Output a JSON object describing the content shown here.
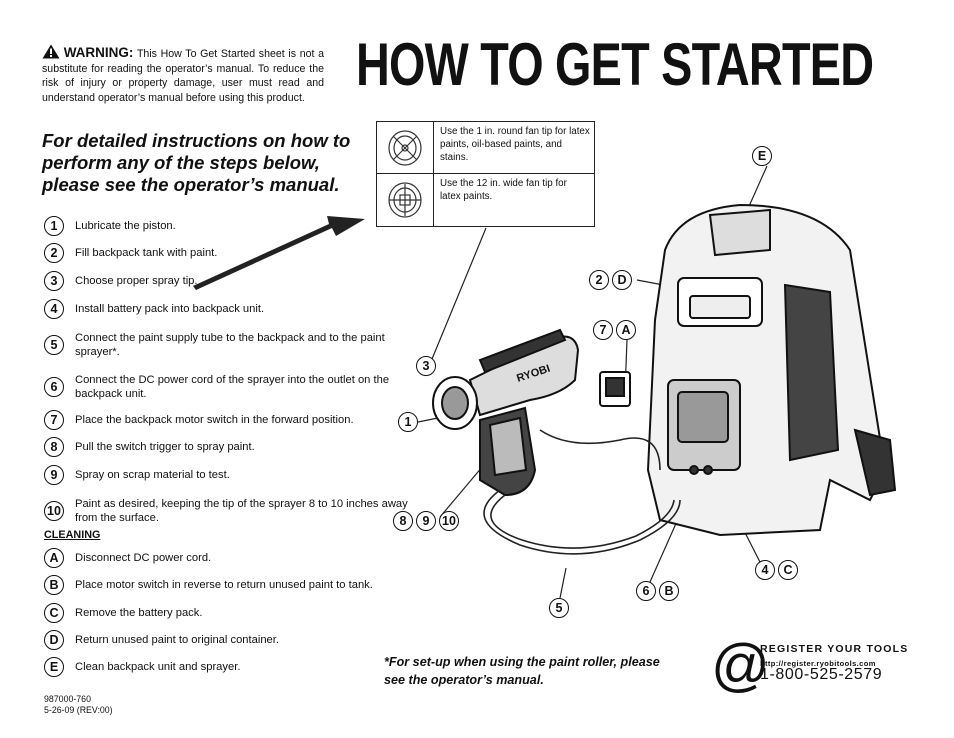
{
  "warning": {
    "label": "WARNING:",
    "text": "This How To Get Started sheet is not a substitute for reading the operator’s manual. To reduce the risk of injury or property damage, user must read and understand operator’s manual before using this product."
  },
  "title": "HOW TO GET STARTED",
  "subhead": "For detailed instructions on how to perform any of the steps below, please see the operator’s manual.",
  "steps": [
    {
      "num": "1",
      "text": "Lubricate the piston."
    },
    {
      "num": "2",
      "text": "Fill backpack tank with paint."
    },
    {
      "num": "3",
      "text": "Choose proper spray tip."
    },
    {
      "num": "4",
      "text": "Install battery pack into backpack unit."
    },
    {
      "num": "5",
      "text": "Connect the paint supply tube to the backpack and to the paint sprayer*."
    },
    {
      "num": "6",
      "text": "Connect the DC power cord of the sprayer into the outlet on the backpack unit."
    },
    {
      "num": "7",
      "text": "Place the backpack motor switch in the forward position."
    },
    {
      "num": "8",
      "text": "Pull the switch trigger to spray paint."
    },
    {
      "num": "9",
      "text": "Spray on scrap material to test."
    },
    {
      "num": "10",
      "text": "Paint as desired, keeping the tip of the sprayer 8 to 10 inches away from the surface."
    }
  ],
  "cleaning_heading": "CLEANING",
  "cleaning": [
    {
      "num": "A",
      "text": "Disconnect DC power cord."
    },
    {
      "num": "B",
      "text": "Place motor switch in reverse to return unused paint to tank."
    },
    {
      "num": "C",
      "text": "Remove the battery pack."
    },
    {
      "num": "D",
      "text": "Return unused paint to original container."
    },
    {
      "num": "E",
      "text": "Clean backpack unit and sprayer."
    }
  ],
  "tips": [
    {
      "icon": "round-fan-tip-icon",
      "text": "Use the 1 in. round fan tip for latex paints, oil-based paints, and stains."
    },
    {
      "icon": "wide-fan-tip-icon",
      "text": "Use the 12 in. wide fan tip for latex paints."
    }
  ],
  "callouts": {
    "e": [
      "E"
    ],
    "d2": [
      "2",
      "D"
    ],
    "a7": [
      "7",
      "A"
    ],
    "c3": [
      "3"
    ],
    "c1": [
      "1"
    ],
    "c8910": [
      "8",
      "9",
      "10"
    ],
    "c4c": [
      "4",
      "C"
    ],
    "c6b": [
      "6",
      "B"
    ],
    "c5": [
      "5"
    ]
  },
  "sprayer_brand": "RYOBI",
  "note": "*For set-up when using the paint roller, please see the operator’s manual.",
  "part_number": "987000-760",
  "revision": "5-26-09 (REV:00)",
  "register": {
    "symbol": "@",
    "title": "REGISTER YOUR TOOLS",
    "url": "http://register.ryobitools.com",
    "phone": "1-800-525-2579"
  }
}
